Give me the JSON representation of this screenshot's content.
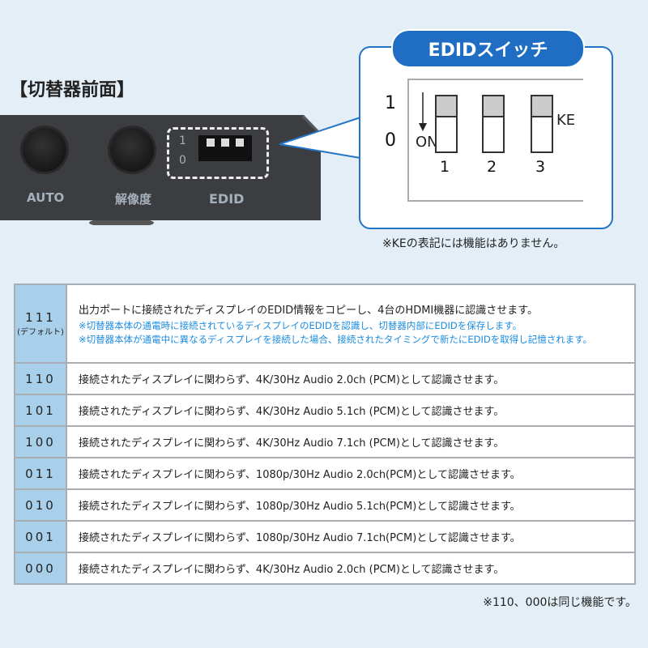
{
  "front_title": "【切替器前面】",
  "device": {
    "buttons": [
      {
        "label": "AUTO"
      },
      {
        "label": "解像度"
      }
    ],
    "edid_label": "EDID",
    "switch_marks": {
      "one": "1",
      "zero": "0"
    }
  },
  "callout": {
    "title": "EDIDスイッチ",
    "label_1": "1",
    "label_0": "0",
    "on": "ON",
    "ke": "KE",
    "switches": [
      "1",
      "2",
      "3"
    ],
    "note": "※KEの表記には機能はありません。"
  },
  "table": {
    "default_row": {
      "code": "111",
      "sub": "(デフォルト)",
      "main": "出力ポートに接続されたディスプレイのEDID情報をコピーし、4台のHDMI機器に認識させます。",
      "notes": [
        "※切替器本体の通電時に接続されているディスプレイのEDIDを認識し、切替器内部にEDIDを保存します。",
        "※切替器本体が通電中に異なるディスプレイを接続した場合、接続されたタイミングで新たにEDIDを取得し記憶されます。"
      ]
    },
    "rows": [
      {
        "code": "110",
        "text": "接続されたディスプレイに関わらず、4K/30Hz Audio 2.0ch (PCM)として認識させます。"
      },
      {
        "code": "101",
        "text": "接続されたディスプレイに関わらず、4K/30Hz Audio 5.1ch (PCM)として認識させます。"
      },
      {
        "code": "100",
        "text": "接続されたディスプレイに関わらず、4K/30Hz Audio 7.1ch (PCM)として認識させます。"
      },
      {
        "code": "011",
        "text": "接続されたディスプレイに関わらず、1080p/30Hz Audio 2.0ch(PCM)として認識させます。"
      },
      {
        "code": "010",
        "text": "接続されたディスプレイに関わらず、1080p/30Hz Audio 5.1ch(PCM)として認識させます。"
      },
      {
        "code": "001",
        "text": "接続されたディスプレイに関わらず、1080p/30Hz Audio 7.1ch(PCM)として認識させます。"
      },
      {
        "code": "000",
        "text": "接続されたディスプレイに関わらず、4K/30Hz Audio 2.0ch (PCM)として認識させます。"
      }
    ]
  },
  "note_bottom": "※110、000は同じ機能です。",
  "colors": {
    "background": "#e3eef6",
    "accent": "#1f6ec4",
    "code_cell": "#a9d0ea",
    "note_blue": "#1a8be0"
  }
}
